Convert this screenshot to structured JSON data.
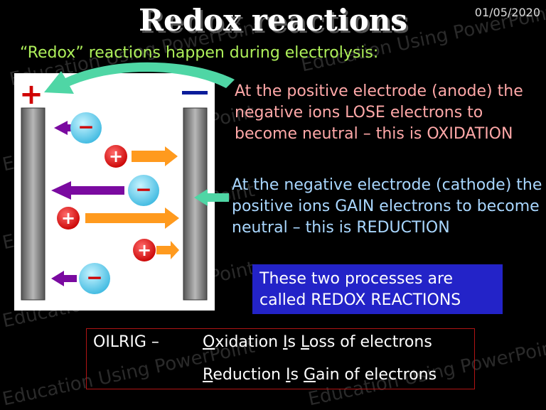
{
  "slide": {
    "title": "Redox reactions",
    "date": "01/05/2020",
    "intro": "“Redox” reactions happen during electrolysis:",
    "anode_text": "At the positive electrode (anode) the negative ions LOSE electrons to become neutral – this is OXIDATION",
    "cathode_text": "At the negative electrode (cathode) the positive ions GAIN electrons to become neutral – this is REDUCTION",
    "box_text": "These two processes are called REDOX REACTIONS",
    "watermark": "Education Using PowerPoint",
    "colors": {
      "intro": "#aef05a",
      "anode": "#ffa8a8",
      "cathode": "#a9d7ff",
      "box": "#2323c8",
      "arrow": "#4fd6a5"
    }
  },
  "diagram": {
    "positive_sign": "+",
    "negative_sign": "−",
    "ion_plus": "+",
    "ion_minus": "−"
  },
  "oilrig": {
    "label": "OILRIG –",
    "line1": {
      "o": "O",
      "xidation": "xidation ",
      "i": "I",
      "s": "s ",
      "l": "L",
      "oss": "oss of electrons"
    },
    "line2": {
      "r": "R",
      "eduction": "eduction ",
      "i": "I",
      "s": "s ",
      "g": "G",
      "ain": "ain of electrons"
    }
  }
}
